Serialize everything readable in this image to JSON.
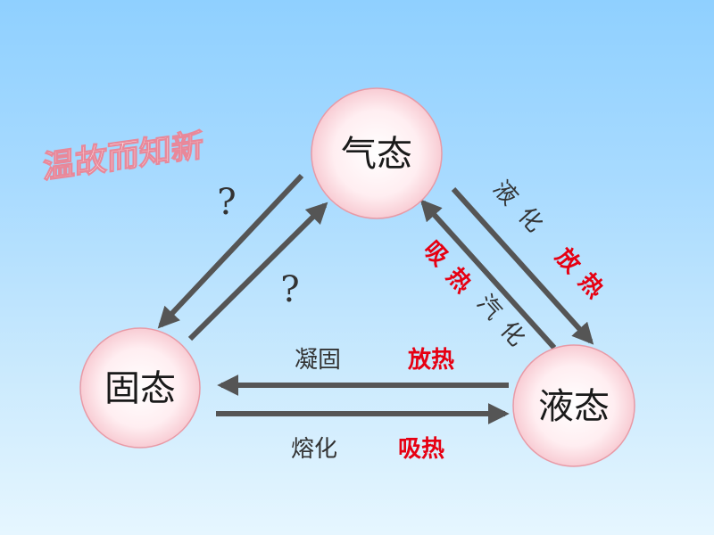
{
  "slide": {
    "heading": "温故而知新",
    "colors": {
      "background_top": "#8fd0ff",
      "background_bottom": "#e6f6ff",
      "arrow": "#555555",
      "highlight_red": "#e60012",
      "node_fill": "#ffe4e8",
      "node_edge": "#e89aa6"
    }
  },
  "nodes": {
    "gas": "气态",
    "solid": "固态",
    "liquid": "液态"
  },
  "transitions": {
    "gas_to_solid": {
      "name": "?"
    },
    "solid_to_gas": {
      "name": "?"
    },
    "gas_to_liquid": {
      "name_chars": [
        "液",
        "化"
      ],
      "heat_chars": [
        "放",
        "热"
      ]
    },
    "liquid_to_gas": {
      "name_chars": [
        "汽",
        "化"
      ],
      "heat_chars": [
        "吸",
        "热"
      ]
    },
    "liquid_to_solid": {
      "name": "凝固",
      "heat": "放热"
    },
    "solid_to_liquid": {
      "name": "熔化",
      "heat": "吸热"
    }
  }
}
